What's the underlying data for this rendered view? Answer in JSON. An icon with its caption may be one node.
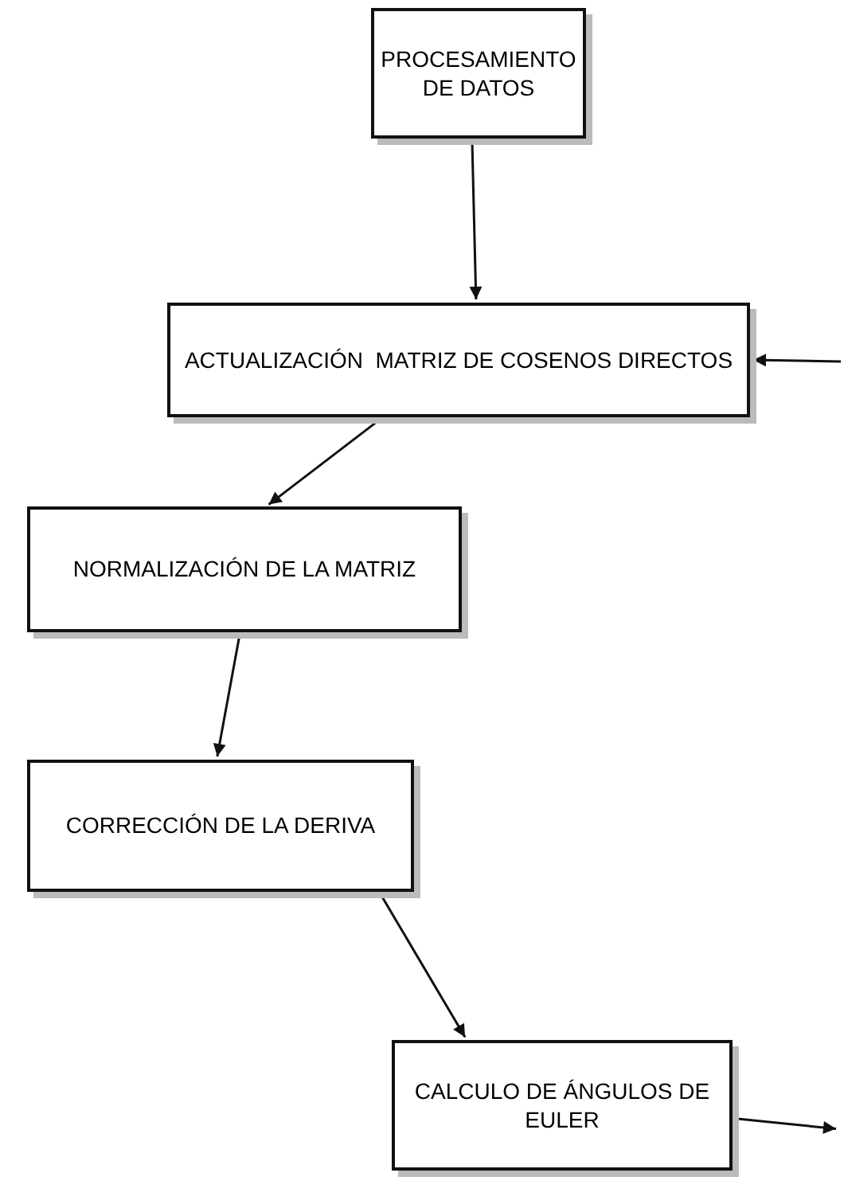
{
  "diagram": {
    "nodes": [
      {
        "text": [
          "PROCESAMIENTO DE DATOS"
        ]
      },
      {
        "text": [
          "ACTUALIZACIÓN  MATRIZ DE COSENOS DIRECTOS"
        ]
      },
      {
        "text": [
          "NORMALIZACIÓN DE LA MATRIZ"
        ]
      },
      {
        "text": [
          "CORRECCIÓN DE LA DERIVA"
        ]
      },
      {
        "text": [
          "CALCULO DE ÁNGULOS DE EULER"
        ]
      }
    ],
    "edges": [
      {
        "from": 0,
        "to": 1,
        "arrow": "to"
      },
      {
        "from": null,
        "to": 1,
        "arrow": "to"
      },
      {
        "from": 1,
        "to": 2,
        "arrow": "to"
      },
      {
        "from": 2,
        "to": 3,
        "arrow": "to"
      },
      {
        "from": 3,
        "to": 4,
        "arrow": "to"
      },
      {
        "from": 4,
        "to": null,
        "arrow": "to"
      }
    ]
  }
}
